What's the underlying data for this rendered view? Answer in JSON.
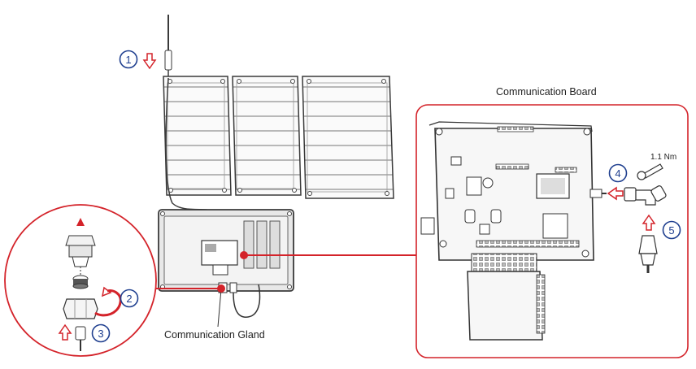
{
  "labels": {
    "communication_board": "Communication Board",
    "communication_gland": "Communication Gland",
    "torque": "1.1 Nm"
  },
  "steps": {
    "s1": "1",
    "s2": "2",
    "s3": "3",
    "s4": "4",
    "s5": "5"
  },
  "colors": {
    "accent_red": "#d4232a",
    "step_circle": "#1f3f8f",
    "outline": "#3a3a3a",
    "panel_fill": "#f5f5f5"
  },
  "icons": {
    "arrow": "hollow-red-arrow",
    "wrench": "wrench-icon",
    "antenna": "antenna-icon"
  }
}
